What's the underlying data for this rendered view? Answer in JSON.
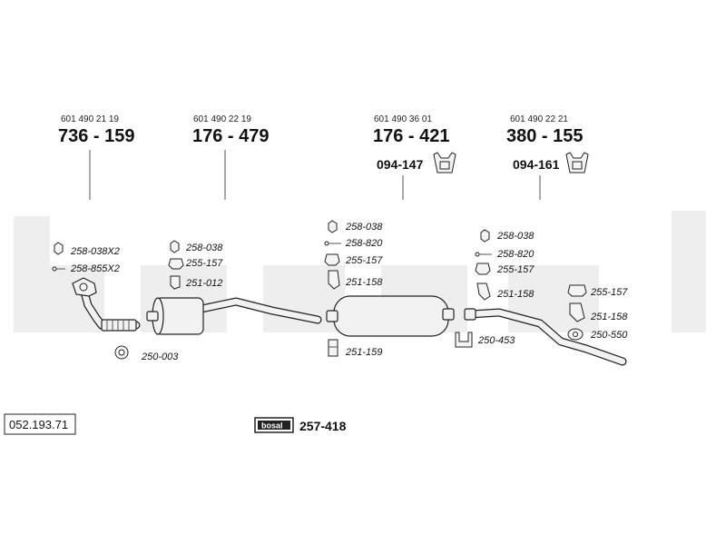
{
  "sections": [
    {
      "ref": "601 490 21 19",
      "code": "736 - 159"
    },
    {
      "ref": "601 490 22 19",
      "code": "176 - 479"
    },
    {
      "ref": "601 490 36 01",
      "code": "176 - 421",
      "kit": "094-147"
    },
    {
      "ref": "601 490 22 21",
      "code": "380 - 155",
      "kit": "094-161"
    }
  ],
  "parts": [
    {
      "label": "258-038X2",
      "icon": "nut-icon"
    },
    {
      "label": "258-855X2",
      "icon": "bolt-icon"
    },
    {
      "label": "250-003",
      "icon": "gasket-ring-icon"
    },
    {
      "label": "258-038",
      "icon": "nut-icon"
    },
    {
      "label": "255-157",
      "icon": "clamp-icon"
    },
    {
      "label": "251-012",
      "icon": "hanger-icon"
    },
    {
      "label": "258-038",
      "icon": "nut-icon"
    },
    {
      "label": "258-820",
      "icon": "bolt-icon"
    },
    {
      "label": "255-157",
      "icon": "clamp-icon"
    },
    {
      "label": "251-158",
      "icon": "hanger-icon"
    },
    {
      "label": "251-159",
      "icon": "bracket-icon"
    },
    {
      "label": "258-038",
      "icon": "nut-icon"
    },
    {
      "label": "258-820",
      "icon": "bolt-icon"
    },
    {
      "label": "255-157",
      "icon": "clamp-icon"
    },
    {
      "label": "251-158",
      "icon": "hanger-icon"
    },
    {
      "label": "250-453",
      "icon": "u-clamp-icon"
    },
    {
      "label": "255-157",
      "icon": "clamp-icon"
    },
    {
      "label": "251-158",
      "icon": "hanger-icon"
    },
    {
      "label": "250-550",
      "icon": "rubber-mount-icon"
    }
  ],
  "footer": {
    "catalog_number": "052.193.71",
    "brand": "bosal",
    "kit_code": "257-418"
  },
  "watermark": "bosal"
}
